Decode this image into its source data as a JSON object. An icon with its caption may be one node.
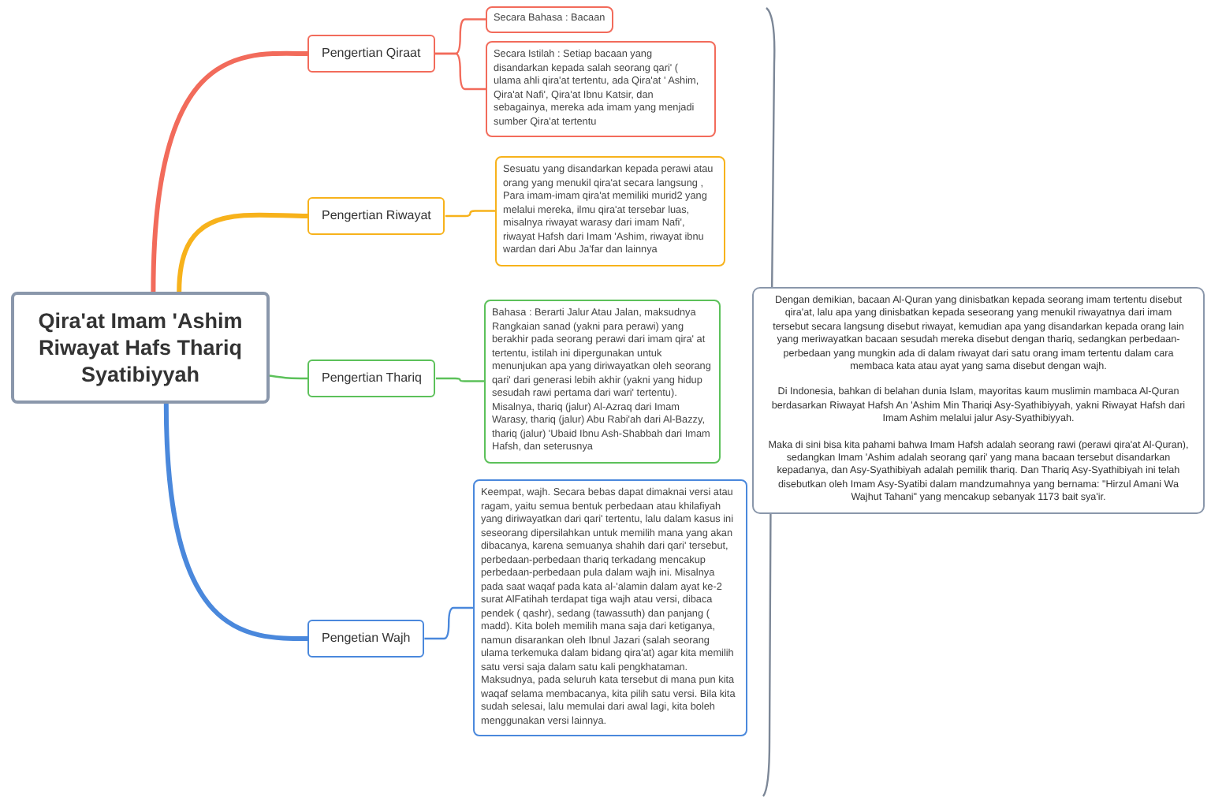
{
  "diagram": {
    "nodes": [
      {
        "text": [
          "Qira'at Imam 'Ashim Riwayat Hafs Thariq Syatibiyyah"
        ]
      },
      {
        "text": [
          "Pengertian Qiraat"
        ]
      },
      {
        "text": [
          "Secara Bahasa : Bacaan"
        ]
      },
      {
        "text": [
          "Secara Istilah : Setiap bacaan yang disandarkan kepada salah seorang qari' ( ulama ahli qira'at tertentu, ada Qira'at ' Ashim, Qira'at Nafi', Qira'at Ibnu Katsir, dan sebagainya, mereka ada imam yang menjadi sumber Qira'at tertentu"
        ]
      },
      {
        "text": [
          "Pengertian Riwayat"
        ]
      },
      {
        "text": [
          "Sesuatu yang disandarkan kepada perawi atau orang yang menukil qira'at secara langsung , Para imam-imam qira'at memiliki murid2 yang melalui mereka, ilmu qira'at tersebar luas, misalnya riwayat warasy dari imam Nafi', riwayat Hafsh dari Imam 'Ashim, riwayat ibnu wardan dari Abu Ja'far dan lainnya"
        ]
      },
      {
        "text": [
          "Pengertian Thariq"
        ]
      },
      {
        "text": [
          "Bahasa : Berarti Jalur Atau Jalan, maksudnya Rangkaian sanad (yakni para perawi) yang berakhir pada seorang perawi dari imam qira' at tertentu, istilah ini dipergunakan untuk menunjukan apa yang diriwayatkan oleh seorang qari' dari generasi lebih akhir (yakni yang hidup sesudah rawi pertama dari wari' tertentu). Misalnya, thariq (jalur) Al-Azraq dari Imam Warasy, thariq (jalur) Abu Rabi'ah dari Al-Bazzy, thariq (jalur) 'Ubaid Ibnu Ash-Shabbah dari Imam Hafsh, dan seterusnya"
        ]
      },
      {
        "text": [
          "Pengetian Wajh"
        ]
      },
      {
        "text": [
          "Keempat, wajh. Secara bebas dapat dimaknai versi atau ragam, yaitu semua bentuk perbedaan atau khilafiyah yang diriwayatkan dari qari' tertentu, lalu dalam kasus ini seseorang dipersilahkan untuk memilih mana yang akan dibacanya, karena semuanya shahih dari qari' tersebut, perbedaan-perbedaan thariq terkadang mencakup perbedaan-perbedaan pula dalam wajh ini. Misalnya pada saat waqaf pada kata al-'alamin dalam ayat ke-2 surat AlFatihah terdapat tiga wajh atau versi, dibaca pendek ( qashr), sedang (tawassuth) dan panjang ( madd). Kita boleh memilih mana saja dari ketiganya, namun disarankan oleh Ibnul Jazari (salah seorang ulama terkemuka dalam bidang qira'at) agar kita memilih satu versi saja dalam satu kali pengkhataman. Maksudnya, pada seluruh kata tersebut di mana pun kita waqaf selama membacanya, kita pilih satu versi. Bila kita sudah selesai, lalu memulai dari awal lagi, kita boleh menggunakan versi lainnya."
        ]
      },
      {
        "text": [
          "Dengan demikian, bacaan Al-Quran yang dinisbatkan kepada seorang imam tertentu disebut qira'at, lalu apa yang dinisbatkan kepada seseorang yang menukil riwayatnya dari imam tersebut secara langsung disebut riwayat, kemudian apa yang disandarkan kepada orang lain yang meriwayatkan bacaan sesudah mereka disebut dengan thariq, sedangkan perbedaan-perbedaan yang mungkin ada di dalam riwayat dari satu orang imam tertentu dalam cara membaca kata atau ayat yang sama disebut dengan wajh.",
          "Di Indonesia, bahkan di belahan dunia Islam, mayoritas kaum muslimin mambaca Al-Quran berdasarkan Riwayat Hafsh An 'Ashim Min Thariqi Asy-Syathibiyyah, yakni Riwayat Hafsh dari Imam Ashim melalui jalur Asy-Syathibiyyah.",
          "Maka di sini bisa kita pahami bahwa Imam Hafsh adalah seorang rawi (perawi qira'at Al-Quran), sedangkan Imam 'Ashim adalah seorang qari' yang mana bacaan tersebut disandarkan kepadanya, dan Asy-Syathibiyah adalah pemilik thariq. Dan Thariq Asy-Syathibiyah ini telah disebutkan oleh Imam Asy-Syatibi dalam mandzumahnya yang bernama: \"Hirzul Amani Wa Wajhut Tahani\" yang mencakup sebanyak 1173 bait sya'ir."
        ]
      }
    ],
    "edges": [
      {
        "from": 0,
        "to": 1,
        "arrow": "none",
        "style": "thick",
        "color": "#f26b5b"
      },
      {
        "from": 1,
        "to": 2,
        "arrow": "none",
        "color": "#f26b5b"
      },
      {
        "from": 1,
        "to": 3,
        "arrow": "none",
        "color": "#f26b5b"
      },
      {
        "from": 0,
        "to": 4,
        "arrow": "none",
        "style": "thick",
        "color": "#f7b21b"
      },
      {
        "from": 4,
        "to": 5,
        "arrow": "none",
        "color": "#f7b21b"
      },
      {
        "from": 0,
        "to": 6,
        "arrow": "none",
        "color": "#5cc15a"
      },
      {
        "from": 6,
        "to": 7,
        "arrow": "none",
        "color": "#5cc15a"
      },
      {
        "from": 0,
        "to": 8,
        "arrow": "none",
        "style": "thick",
        "color": "#4a88dc"
      },
      {
        "from": 8,
        "to": 9,
        "arrow": "none",
        "color": "#4a88dc"
      }
    ]
  }
}
